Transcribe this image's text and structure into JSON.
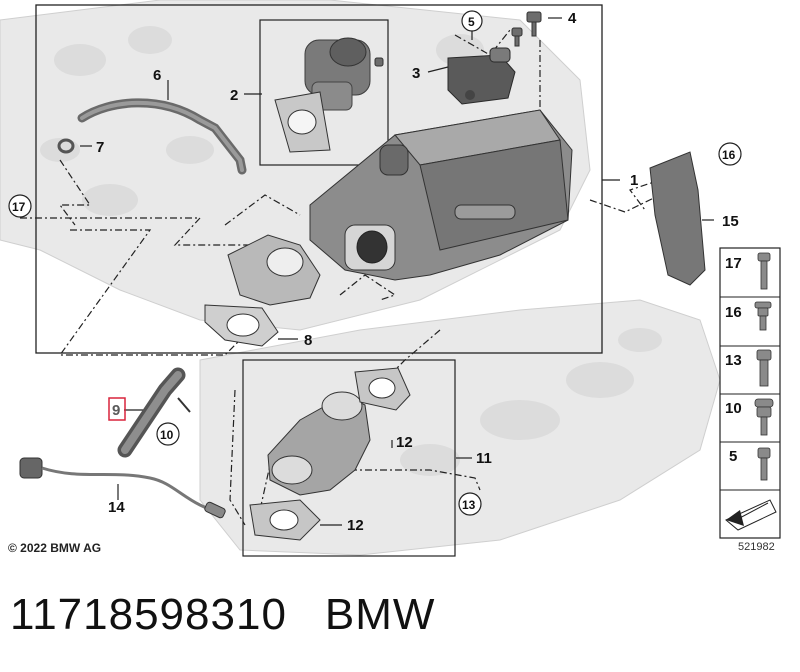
{
  "diagram": {
    "copyright": "© 2022 BMW AG",
    "diagram_id": "521982",
    "highlighted_callout": "9",
    "highlight_color": "#d9243c",
    "callouts": {
      "c1": "1",
      "c2": "2",
      "c3": "3",
      "c4": "4",
      "c5": "5",
      "c6": "6",
      "c7": "7",
      "c8": "8",
      "c9": "9",
      "c10": "10",
      "c11": "11",
      "c12a": "12",
      "c12b": "12",
      "c13": "13",
      "c14": "14",
      "c15": "15",
      "c16": "16",
      "c17": "17"
    },
    "fastener_legend": [
      "17",
      "16",
      "13",
      "10",
      "5"
    ],
    "icons": {
      "fastener": "bolt-icon",
      "legend_end": "flat-washer-arrow-icon"
    }
  },
  "caption": {
    "part_number": "11718598310",
    "brand": "BMW"
  }
}
